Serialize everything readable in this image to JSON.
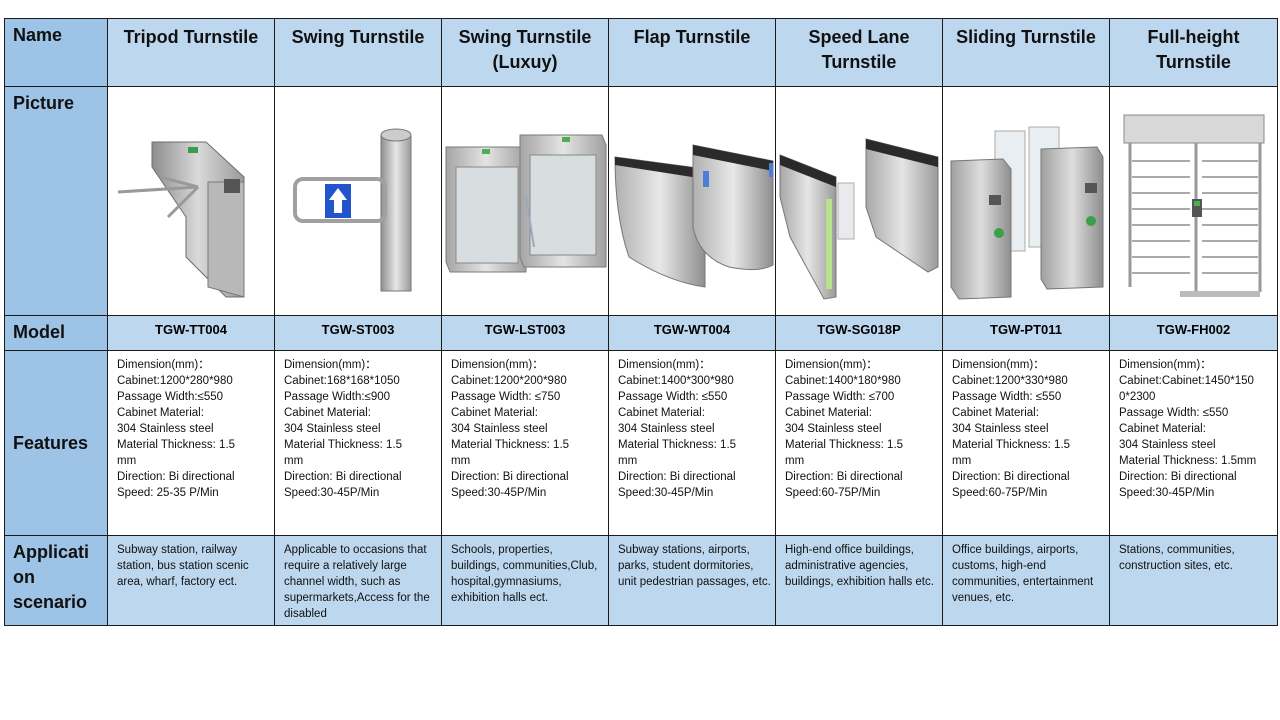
{
  "row_labels": {
    "name": "Name",
    "picture": "Picture",
    "model": "Model",
    "features": "Features",
    "application": "Applicati on scenario"
  },
  "products": [
    {
      "name": "Tripod Turnstile",
      "model": "TGW-TT004",
      "picture_icon": "tripod-turnstile-icon",
      "features": [
        "Dimension(mm)：",
        "Cabinet:1200*280*980",
        "Passage Width:≤550",
        "Cabinet Material:",
        "304 Stainless steel",
        "Material Thickness: 1.5",
        "mm",
        "Direction: Bi directional",
        "Speed: 25-35 P/Min"
      ],
      "application": "Subway station, railway station, bus station scenic area, wharf, factory ect."
    },
    {
      "name": "Swing Turnstile",
      "model": "TGW-ST003",
      "picture_icon": "swing-turnstile-icon",
      "features": [
        "Dimension(mm)：",
        "Cabinet:168*168*1050",
        "Passage Width:≤900",
        "Cabinet Material:",
        "304 Stainless steel",
        "Material Thickness: 1.5",
        "mm",
        "Direction: Bi directional",
        "Speed:30-45P/Min"
      ],
      "application": "Applicable to occasions that require a relatively large channel width, such as supermarkets,Access for the disabled"
    },
    {
      "name": "Swing Turnstile (Luxuy)",
      "model": "TGW-LST003",
      "picture_icon": "luxury-swing-turnstile-icon",
      "features": [
        "Dimension(mm)：",
        "Cabinet:1200*200*980",
        "Passage Width: ≤750",
        "Cabinet Material:",
        "304 Stainless steel",
        "Material Thickness: 1.5",
        "mm",
        "Direction: Bi directional",
        "Speed:30-45P/Min"
      ],
      "application": "Schools, properties, buildings, communities,Club, hospital,gymnasiums, exhibition halls ect."
    },
    {
      "name": "Flap Turnstile",
      "model": "TGW-WT004",
      "picture_icon": "flap-turnstile-icon",
      "features": [
        "Dimension(mm)：",
        "Cabinet:1400*300*980",
        "Passage Width: ≤550",
        "Cabinet Material:",
        "304 Stainless steel",
        "Material Thickness: 1.5",
        "mm",
        "Direction: Bi directional",
        "Speed:30-45P/Min"
      ],
      "application": "Subway stations, airports, parks, student dormitories, unit pedestrian passages, etc."
    },
    {
      "name": "Speed Lane Turnstile",
      "model": "TGW-SG018P",
      "picture_icon": "speed-lane-turnstile-icon",
      "features": [
        "Dimension(mm)：",
        "Cabinet:1400*180*980",
        "Passage Width: ≤700",
        "Cabinet Material:",
        "304 Stainless steel",
        "Material Thickness: 1.5",
        "mm",
        "Direction: Bi directional",
        "Speed:60-75P/Min"
      ],
      "application": "High-end office buildings, administrative agencies, buildings, exhibition halls etc."
    },
    {
      "name": "Sliding Turnstile",
      "model": "TGW-PT011",
      "picture_icon": "sliding-turnstile-icon",
      "features": [
        "Dimension(mm)：",
        "Cabinet:1200*330*980",
        "Passage Width: ≤550",
        "Cabinet Material:",
        "304 Stainless steel",
        "Material Thickness: 1.5",
        "mm",
        "Direction: Bi directional",
        "Speed:60-75P/Min"
      ],
      "application": "Office buildings, airports, customs, high-end communities, entertainment venues, etc."
    },
    {
      "name": "Full-height Turnstile",
      "model": "TGW-FH002",
      "picture_icon": "full-height-turnstile-icon",
      "features": [
        "Dimension(mm)：",
        "Cabinet:Cabinet:1450*150",
        "0*2300",
        "Passage Width: ≤550",
        "Cabinet Material:",
        "304 Stainless steel",
        "Material Thickness: 1.5mm",
        "Direction: Bi directional",
        "Speed:30-45P/Min"
      ],
      "application": "Stations, communities, construction sites, etc."
    }
  ]
}
